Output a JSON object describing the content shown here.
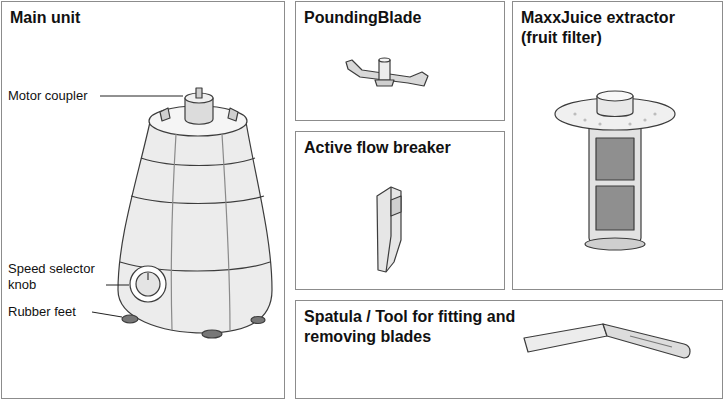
{
  "diagram": {
    "nodes": [
      {
        "text": [
          "Main unit"
        ]
      },
      {
        "text": [
          "PoundingBlade"
        ]
      },
      {
        "text": [
          "Active flow breaker"
        ]
      },
      {
        "text": [
          "MaxxJuice extractor (fruit filter)"
        ]
      },
      {
        "text": [
          "Spatula / Tool for fitting and removing blades"
        ]
      }
    ],
    "labels": [
      "Motor coupler",
      "Speed selector knob",
      "Rubber feet"
    ]
  }
}
